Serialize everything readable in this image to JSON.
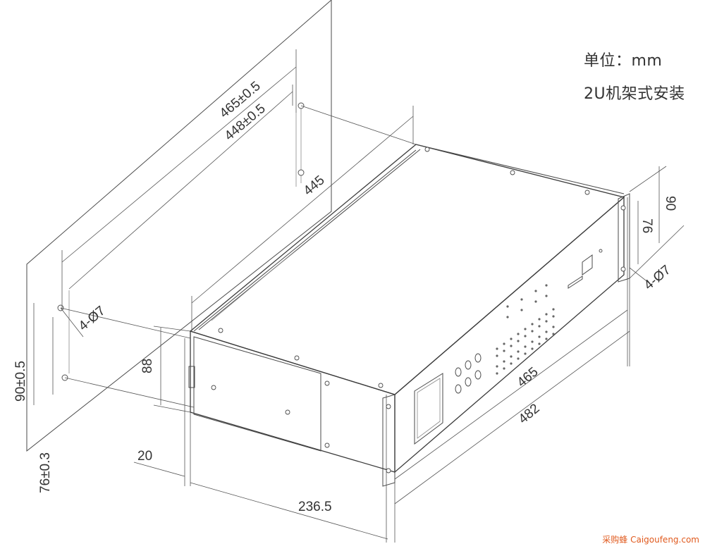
{
  "notes": {
    "unit": "单位：mm",
    "mount": "2U机架式安装"
  },
  "dimensions": {
    "d465_tol": "465±0.5",
    "d448_tol": "448±0.5",
    "d445": "445",
    "d90": "90",
    "d76": "76",
    "holes_right": "4-Ø7",
    "holes_left": "4-Ø7",
    "d88": "88",
    "d90_tol": "90±0.5",
    "d76_tol": "76±0.3",
    "d20": "20",
    "d236": "236.5",
    "d465": "465",
    "d482": "482"
  },
  "watermark": "采购蜂 Caigoufeng.com"
}
